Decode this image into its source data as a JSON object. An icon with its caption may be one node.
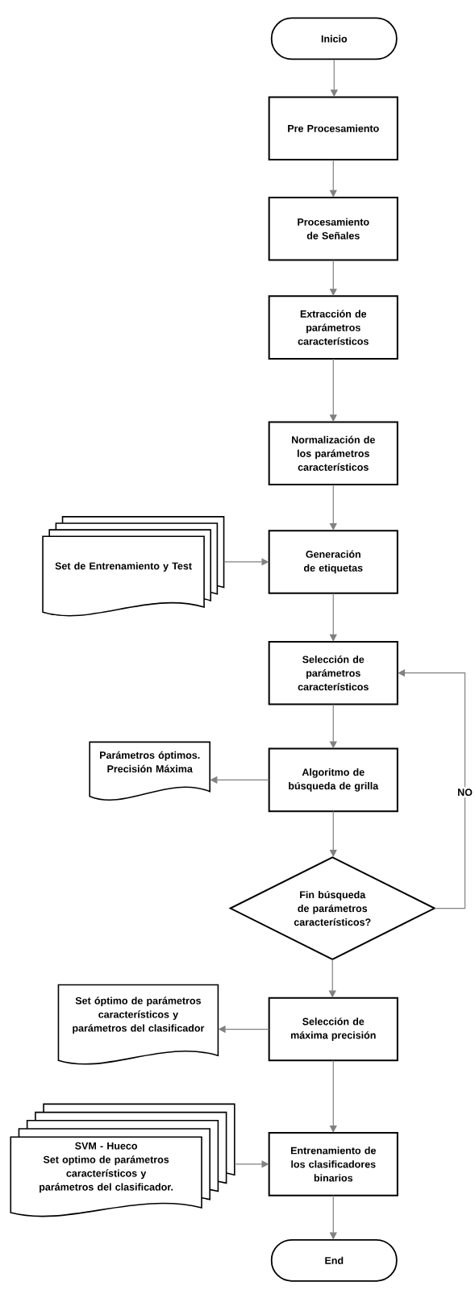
{
  "diagram": {
    "nodes": [
      {
        "text": [
          "Inicio"
        ]
      },
      {
        "text": [
          "Pre Procesamiento"
        ]
      },
      {
        "text": [
          "Procesamiento de Señales"
        ]
      },
      {
        "text": [
          "Extracción de parámetros característicos"
        ]
      },
      {
        "text": [
          "Normalización de los parámetros característicos"
        ]
      },
      {
        "text": [
          "Set de Entrenamiento y Test"
        ]
      },
      {
        "text": [
          "Generación de etiquetas"
        ]
      },
      {
        "text": [
          "Selección de parámetros característicos"
        ]
      },
      {
        "text": [
          "Parámetros óptimos. Precisión Máxima"
        ]
      },
      {
        "text": [
          "Algoritmo de búsqueda de grilla"
        ]
      },
      {
        "text": [
          "Fin búsqueda de parámetros característicos?"
        ]
      },
      {
        "text": [
          "Set óptimo de parámetros característicos y parámetros del clasificador"
        ]
      },
      {
        "text": [
          "Selección de máxima precisión"
        ]
      },
      {
        "text": [
          "SVM - Hueco",
          "Set optimo de parámetros característicos y parámetros del clasificador."
        ]
      },
      {
        "text": [
          "Entrenamiento de los clasificadores binarios"
        ]
      },
      {
        "text": [
          "End"
        ]
      }
    ],
    "edges": [
      {
        "from": 0,
        "to": 1,
        "arrow": "to"
      },
      {
        "from": 1,
        "to": 2,
        "arrow": "to"
      },
      {
        "from": 2,
        "to": 3,
        "arrow": "to"
      },
      {
        "from": 3,
        "to": 4,
        "arrow": "to"
      },
      {
        "from": 4,
        "to": 6,
        "arrow": "to"
      },
      {
        "from": 5,
        "to": 6,
        "arrow": "to"
      },
      {
        "from": 6,
        "to": 7,
        "arrow": "to"
      },
      {
        "from": 7,
        "to": 9,
        "arrow": "to"
      },
      {
        "from": 9,
        "to": 8,
        "arrow": "to"
      },
      {
        "from": 9,
        "to": 10,
        "arrow": "to"
      },
      {
        "from": 10,
        "to": 7,
        "arrow": "to",
        "label": "NO"
      },
      {
        "from": 10,
        "to": 12,
        "arrow": "to"
      },
      {
        "from": 12,
        "to": 11,
        "arrow": "to"
      },
      {
        "from": 12,
        "to": 14,
        "arrow": "to"
      },
      {
        "from": 13,
        "to": 14,
        "arrow": "to"
      },
      {
        "from": 14,
        "to": 15,
        "arrow": "to"
      }
    ]
  }
}
